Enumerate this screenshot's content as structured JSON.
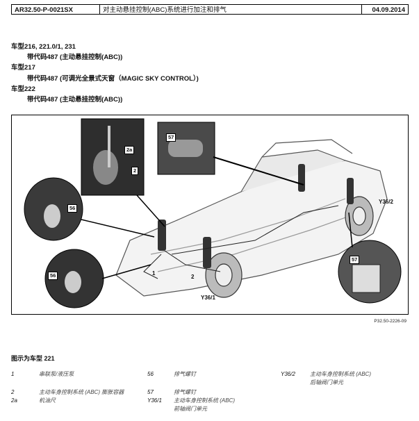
{
  "header": {
    "doc_id": "AR32.50-P-0021SX",
    "title": "对主动悬挂控制(ABC)系统进行加注和排气",
    "date": "04.09.2014"
  },
  "models": [
    {
      "model": "车型216, 221.0/1, 231",
      "code": "带代码487 (主动悬挂控制(ABC))"
    },
    {
      "model": "车型217",
      "code": "带代码487 (可调光全景式天窗（MAGIC SKY CONTROL）)"
    },
    {
      "model": "车型222",
      "code": "带代码487 (主动悬挂控制(ABC))"
    }
  ],
  "figure": {
    "callouts": {
      "c57_top": "57",
      "c2a": "2a",
      "c2_inset": "2",
      "c56_left": "56",
      "c56_low": "56",
      "c57_right": "57",
      "l1": "1",
      "l2": "2",
      "y361": "Y36/1",
      "y362": "Y36/2"
    },
    "reference": "P32.50-2226-09"
  },
  "caption": "图示为车型 221",
  "legend": [
    {
      "num": "1",
      "text": "串联泵/液压泵"
    },
    {
      "num": "56",
      "text": "排气螺钉"
    },
    {
      "num": "Y36/2",
      "text": "主动车身控制系统 (ABC)",
      "text2": "后轴阀门单元"
    },
    {
      "num": "2",
      "text": "主动车身控制系统 (ABC) 膨胀容器"
    },
    {
      "num": "57",
      "text": "排气螺钉"
    },
    {
      "num": "2a",
      "text": "机油尺"
    },
    {
      "num": "Y36/1",
      "text": "主动车身控制系统 (ABC)",
      "text2": "前轴阀门单元"
    }
  ]
}
